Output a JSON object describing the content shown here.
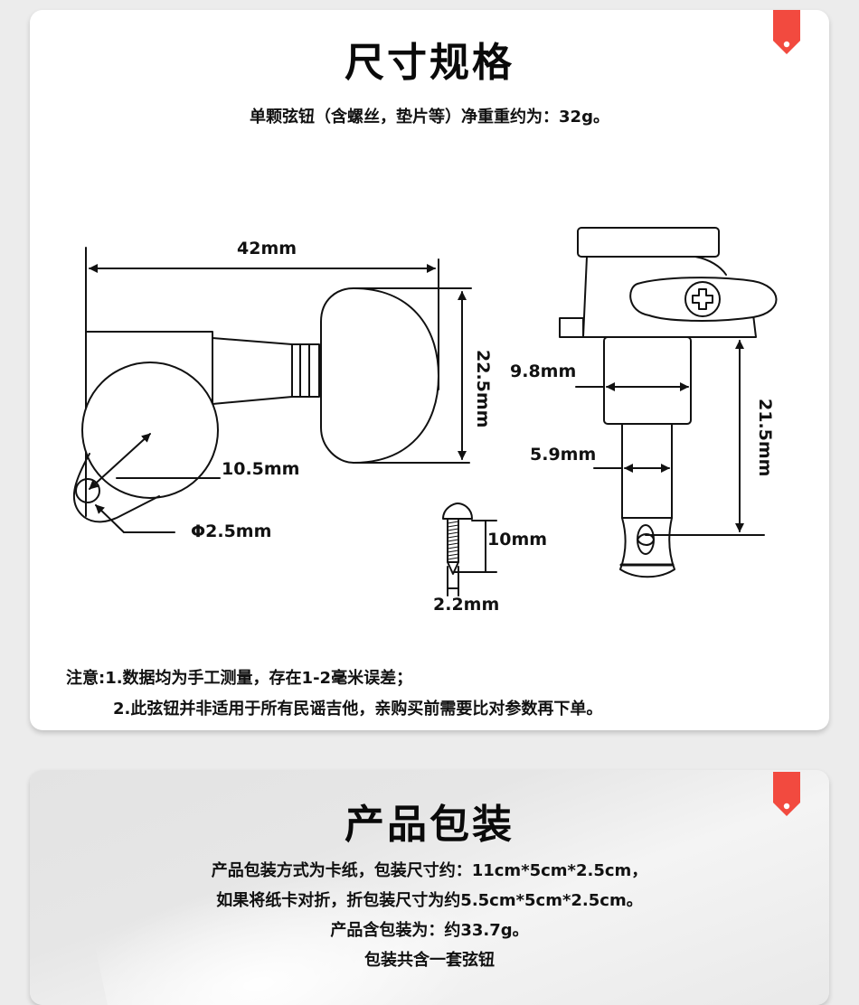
{
  "spec_section": {
    "title": "尺寸规格",
    "subtitle": "单颗弦钮（含螺丝，垫片等）净重重约为：32g。",
    "dimensions": {
      "overall_length": "42mm",
      "button_height": "22.5mm",
      "gear_diameter": "10.5mm",
      "mount_hole": "Φ2.5mm",
      "bushing_width": "9.8mm",
      "post_width": "5.9mm",
      "post_height": "21.5mm",
      "screw_length": "10mm",
      "screw_diameter": "2.2mm"
    },
    "notes": [
      "注意:1.数据均为手工测量，存在1-2毫米误差；",
      "2.此弦钮并非适用于所有民谣吉他，亲购买前需要比对参数再下单。"
    ]
  },
  "packaging_section": {
    "title": "产品包装",
    "lines": [
      "产品包装方式为卡纸，包装尺寸约：11cm*5cm*2.5cm，",
      "如果将纸卡对折，折包装尺寸为约5.5cm*5cm*2.5cm。",
      "产品含包装为：约33.7g。",
      "包装共含一套弦钮"
    ]
  },
  "colors": {
    "page_background": "#ececec",
    "card_background": "#ffffff",
    "tag_accent": "#f24a3f",
    "text": "#111111"
  },
  "icons": {
    "section_tag": "price-tag-icon",
    "screw_head": "phillips-screw-icon"
  }
}
